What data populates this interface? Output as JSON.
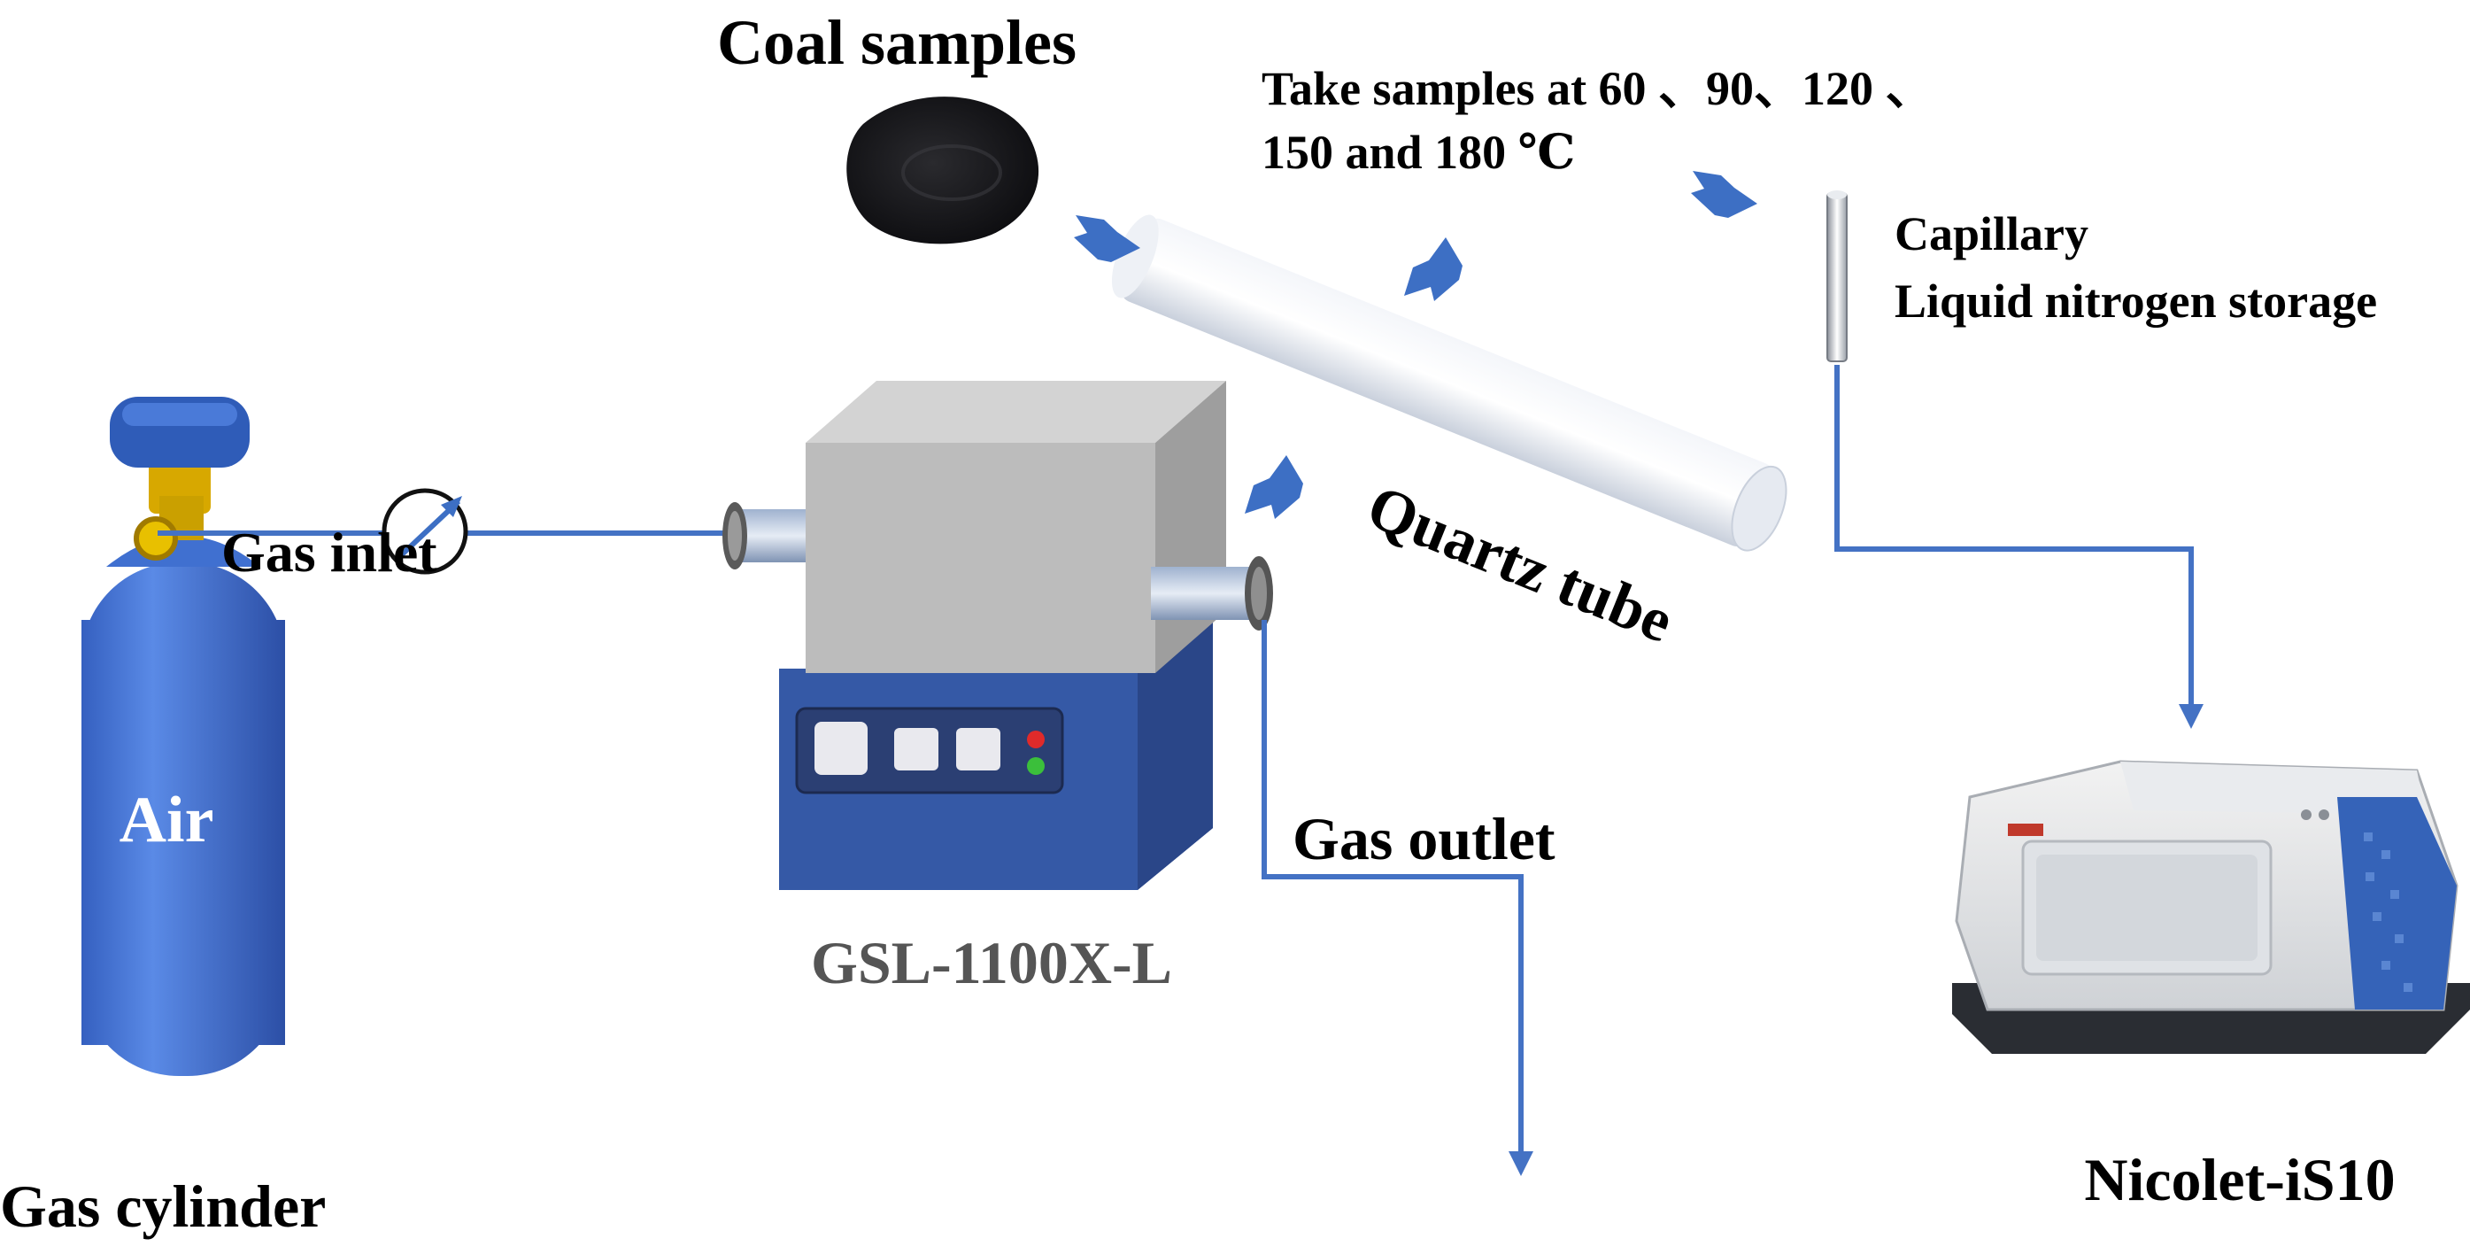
{
  "labels": {
    "coal_samples": "Coal samples",
    "take_samples_line1": "Take samples at 60 、90、120 、",
    "take_samples_line2": "150 and 180 ℃",
    "capillary": "Capillary",
    "liquid_nitrogen": "Liquid nitrogen storage",
    "quartz_tube": "Quartz tube",
    "gas_inlet": "Gas inlet",
    "gas_outlet": "Gas outlet",
    "air": "Air",
    "gas_cylinder": "Gas cylinder",
    "furnace_model": "GSL-1100X-L",
    "spectrometer_model": "Nicolet-iS10"
  },
  "colors": {
    "line_blue": "#4472c4",
    "arrow_blue": "#3d6fc4",
    "cylinder_blue": "#4a78d8",
    "furnace_gray": "#b9b9b9",
    "furnace_base": "#3559a6",
    "valve_gold": "#e0b400",
    "model_label_gray": "#555555"
  },
  "icons": {
    "gas_cylinder": "gas-cylinder-icon",
    "pressure_gauge": "pressure-gauge-icon",
    "tube_furnace": "tube-furnace-icon",
    "quartz_tube": "quartz-tube-icon",
    "coal_sample": "coal-sample-icon",
    "capillary": "capillary-icon",
    "spectrometer": "ftir-spectrometer-icon"
  }
}
